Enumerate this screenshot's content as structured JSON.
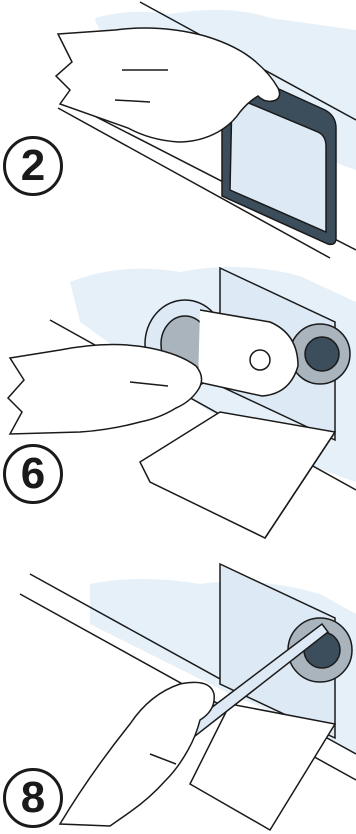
{
  "steps": [
    {
      "number": "2"
    },
    {
      "number": "6"
    },
    {
      "number": "8"
    }
  ],
  "colors": {
    "line": "#1a1a1a",
    "blue_tint": "#dde9f4",
    "blue_light": "#e6f0f8",
    "dark_blue": "#3c4d5c",
    "grey": "#a9b4bd",
    "white": "#ffffff"
  }
}
